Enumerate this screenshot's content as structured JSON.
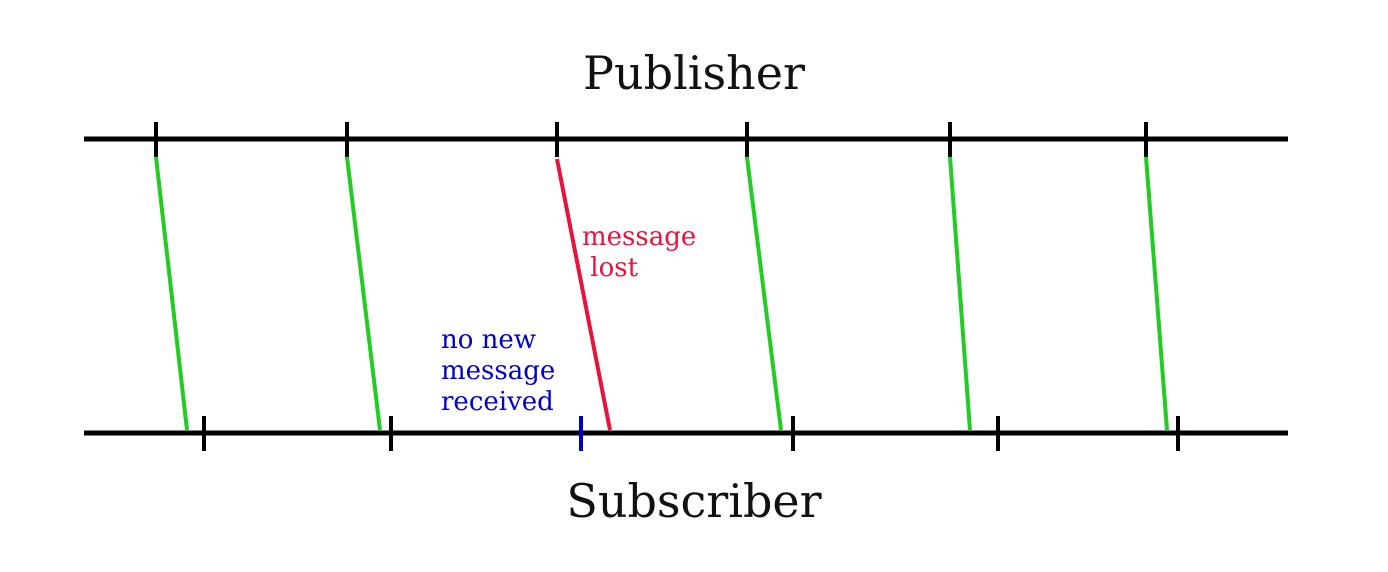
{
  "publisher": {
    "title": "Publisher",
    "color": "#000000"
  },
  "subscriber": {
    "title": "Subscriber",
    "color": "#000000"
  },
  "colors": {
    "delivered": "#22cc22",
    "lost": "#e8133d",
    "missed_tick": "#0000cc",
    "timeline": "#000000"
  },
  "annotations": {
    "lost": "message\n lost",
    "no_new_message": "no new\nmessage\nreceived"
  },
  "messages": [
    {
      "status": "delivered"
    },
    {
      "status": "delivered"
    },
    {
      "status": "lost"
    },
    {
      "status": "delivered"
    },
    {
      "status": "delivered"
    },
    {
      "status": "delivered"
    }
  ],
  "subscriber_ticks": [
    {
      "status": "received"
    },
    {
      "status": "received"
    },
    {
      "status": "no-new-message"
    },
    {
      "status": "received"
    },
    {
      "status": "received"
    },
    {
      "status": "received"
    }
  ]
}
